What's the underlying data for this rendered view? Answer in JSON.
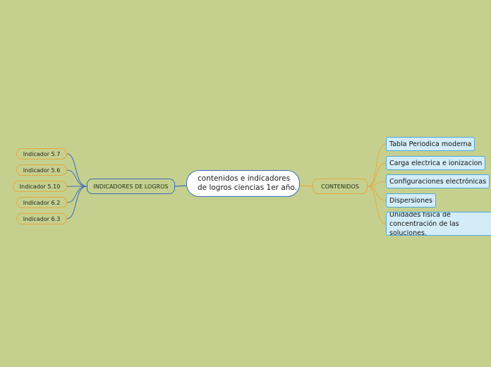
{
  "center_topic": "contenidos e indicadores de logros ciencias 1er año.",
  "left_branch": {
    "label": "INDICADORES DE LOGROS",
    "color": "#3e6db5",
    "children": [
      "Indicador 5.7",
      "Indicador 5.6",
      "Indicador 5.10",
      "Indicador 6.2",
      "Indicador 6.3"
    ]
  },
  "right_branch": {
    "label": "CONTENIDOS",
    "color": "#e7a83e",
    "children": [
      "Tabla Periodica moderna",
      "Carga electrica e ionizacion",
      "Configuraciones electrónicas",
      "Dispersiones",
      "Unidades física de concentración de las soluciones."
    ]
  },
  "child_box_color": "#d3ecf8",
  "indicator_border_color": "#e7a83e",
  "background_color": "#c5d08f"
}
